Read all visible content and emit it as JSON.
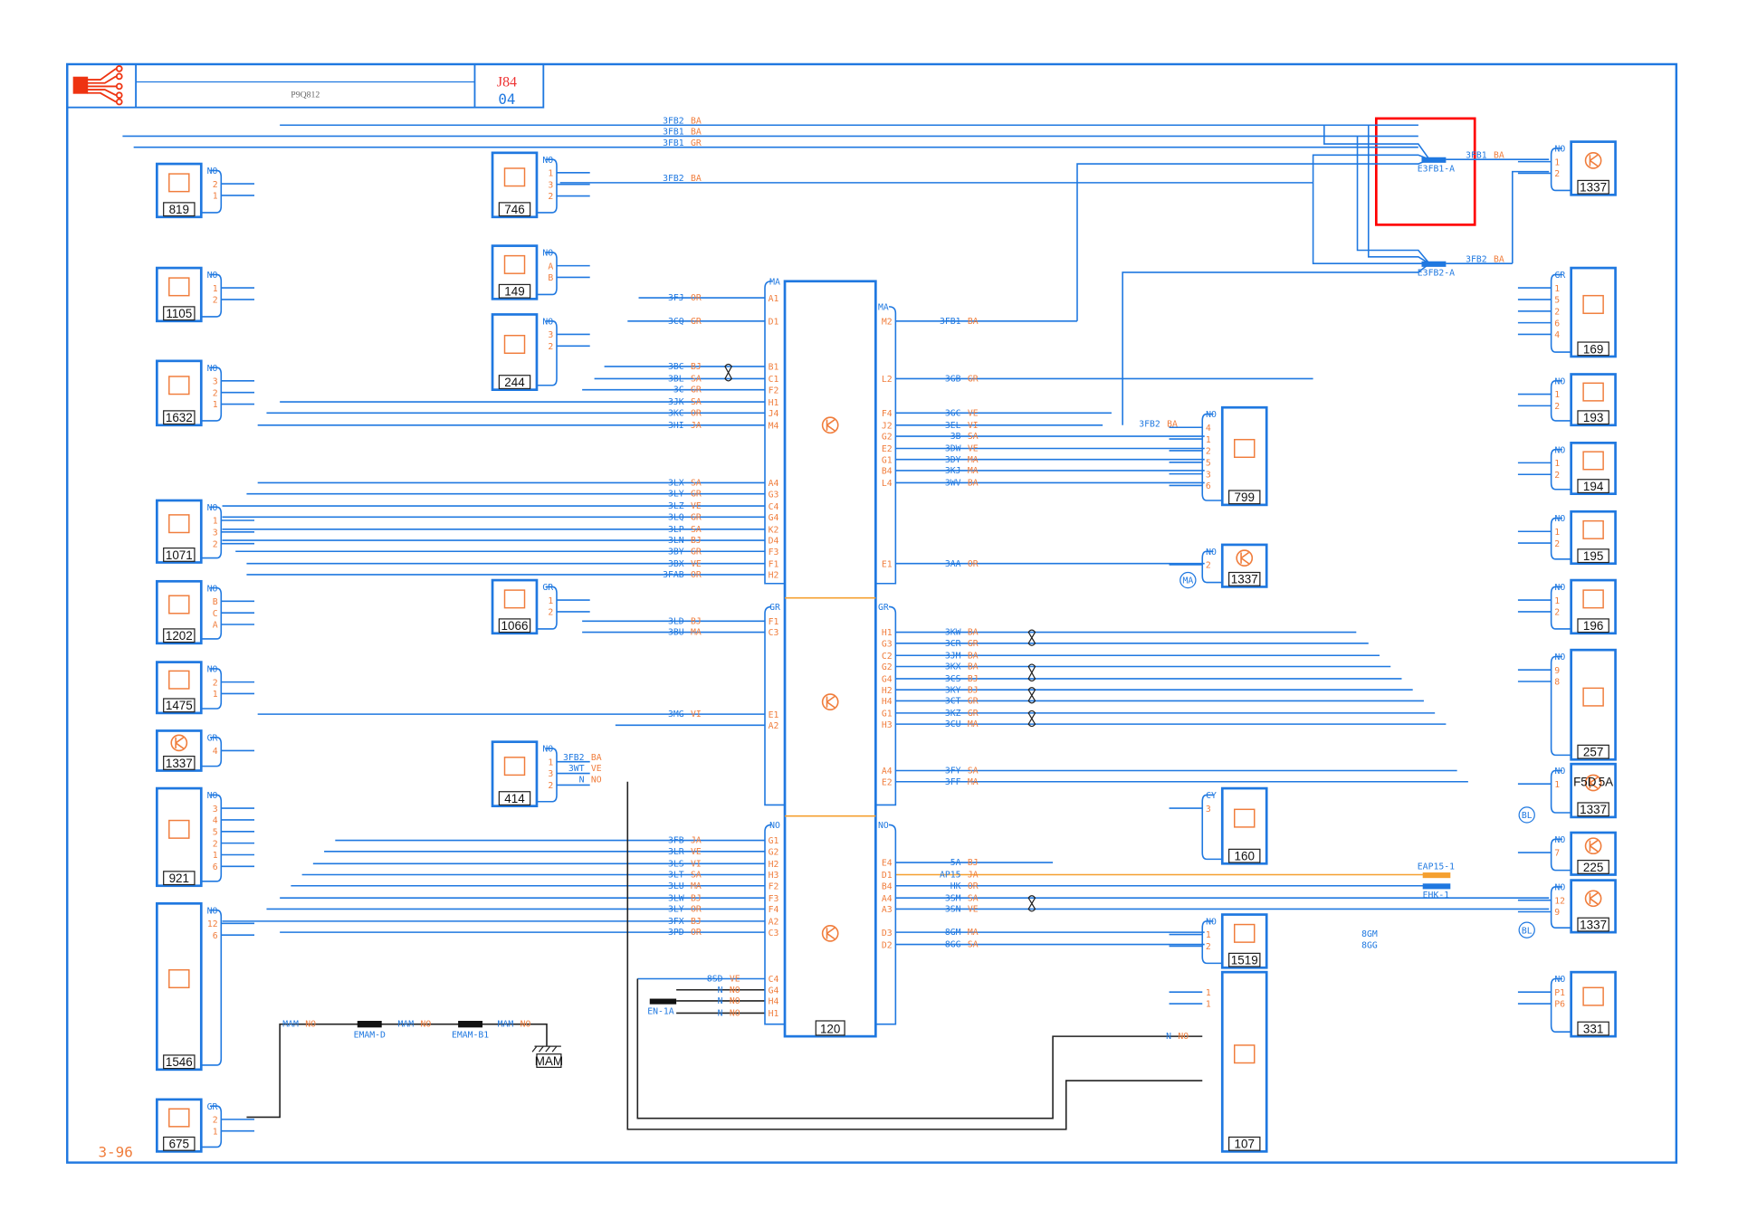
{
  "header": {
    "doc_code": "P9Q812",
    "title": "J84",
    "page": "04"
  },
  "footer": {
    "page_ref": "3-96"
  },
  "colors": {
    "wire": "#1f78e0",
    "label": "#f07d3c",
    "highlight": "#ff0000",
    "ground_wire": "#222222",
    "ap15_wire": "#f5a030"
  },
  "top_bus": [
    {
      "wire": "3FB2",
      "color": "BA"
    },
    {
      "wire": "3FB1",
      "color": "BA"
    },
    {
      "wire": "3FB1",
      "color": "GR"
    },
    {
      "wire": "3FB2",
      "color": "BA"
    }
  ],
  "ecu": {
    "id": "120",
    "icon": "computer-icon",
    "blocks": [
      {
        "side": "left",
        "conn": "MA",
        "pins": [
          {
            "pin": "A1",
            "wire": "3FJ",
            "color": "OR"
          },
          {
            "pin": "D1",
            "wire": "3CQ",
            "color": "GR"
          },
          {
            "pin": "B1",
            "wire": "3BC",
            "color": "BJ"
          },
          {
            "pin": "C1",
            "wire": "3BL",
            "color": "SA"
          },
          {
            "pin": "F2",
            "wire": "3C",
            "color": "GR"
          },
          {
            "pin": "H1",
            "wire": "3JK",
            "color": "SA"
          },
          {
            "pin": "J4",
            "wire": "3KC",
            "color": "OR"
          },
          {
            "pin": "M4",
            "wire": "3HI",
            "color": "JA"
          },
          {
            "pin": "A4",
            "wire": "3LX",
            "color": "SA"
          },
          {
            "pin": "G3",
            "wire": "3LY",
            "color": "GR"
          },
          {
            "pin": "C4",
            "wire": "3LZ",
            "color": "VE"
          },
          {
            "pin": "G4",
            "wire": "3LQ",
            "color": "GR"
          },
          {
            "pin": "K2",
            "wire": "3LP",
            "color": "SA"
          },
          {
            "pin": "D4",
            "wire": "3LN",
            "color": "BJ"
          },
          {
            "pin": "F3",
            "wire": "3BY",
            "color": "GR"
          },
          {
            "pin": "F1",
            "wire": "3BX",
            "color": "VE"
          },
          {
            "pin": "H2",
            "wire": "3FAB",
            "color": "OR"
          }
        ]
      },
      {
        "side": "left",
        "conn": "GR",
        "pins": [
          {
            "pin": "F1",
            "wire": "3LD",
            "color": "BJ"
          },
          {
            "pin": "C3",
            "wire": "3BU",
            "color": "MA"
          },
          {
            "pin": "E1",
            "wire": "3MG",
            "color": "VI"
          },
          {
            "pin": "A2",
            "wire": "",
            "color": ""
          }
        ]
      },
      {
        "side": "left",
        "conn": "NO",
        "pins": [
          {
            "pin": "G1",
            "wire": "3FB",
            "color": "JA"
          },
          {
            "pin": "G2",
            "wire": "3LR",
            "color": "VE"
          },
          {
            "pin": "H2",
            "wire": "3LS",
            "color": "VI"
          },
          {
            "pin": "H3",
            "wire": "3LT",
            "color": "SA"
          },
          {
            "pin": "F2",
            "wire": "3LU",
            "color": "MA"
          },
          {
            "pin": "F3",
            "wire": "3LW",
            "color": "BJ"
          },
          {
            "pin": "F4",
            "wire": "3LY",
            "color": "OR"
          },
          {
            "pin": "A2",
            "wire": "3FX",
            "color": "BJ"
          },
          {
            "pin": "C3",
            "wire": "3PD",
            "color": "OR"
          },
          {
            "pin": "C4",
            "wire": "8SD",
            "color": "VE"
          },
          {
            "pin": "G4",
            "wire": "N",
            "color": "NO"
          },
          {
            "pin": "H4",
            "wire": "N",
            "color": "NO"
          },
          {
            "pin": "H1",
            "wire": "N",
            "color": "NO"
          }
        ]
      },
      {
        "side": "right",
        "conn": "MA",
        "pins": [
          {
            "pin": "M2",
            "wire": "3FB1",
            "color": "BA"
          },
          {
            "pin": "L2",
            "wire": "3GB",
            "color": "GR"
          },
          {
            "pin": "F4",
            "wire": "3GC",
            "color": "VE"
          },
          {
            "pin": "J2",
            "wire": "3EL",
            "color": "VI"
          },
          {
            "pin": "G2",
            "wire": "3B",
            "color": "SA"
          },
          {
            "pin": "E2",
            "wire": "3DW",
            "color": "VE"
          },
          {
            "pin": "G1",
            "wire": "3DY",
            "color": "MA"
          },
          {
            "pin": "B4",
            "wire": "3KJ",
            "color": "MA"
          },
          {
            "pin": "L4",
            "wire": "3WV",
            "color": "BA"
          },
          {
            "pin": "E1",
            "wire": "3AA",
            "color": "OR"
          }
        ]
      },
      {
        "side": "right",
        "conn": "GR",
        "pins": [
          {
            "pin": "H1",
            "wire": "3KW",
            "color": "BA"
          },
          {
            "pin": "G3",
            "wire": "3CR",
            "color": "GR"
          },
          {
            "pin": "C2",
            "wire": "3JM",
            "color": "BA"
          },
          {
            "pin": "G2",
            "wire": "3KX",
            "color": "BA"
          },
          {
            "pin": "G4",
            "wire": "3CS",
            "color": "BJ"
          },
          {
            "pin": "H2",
            "wire": "3KY",
            "color": "BJ"
          },
          {
            "pin": "H4",
            "wire": "3CT",
            "color": "GR"
          },
          {
            "pin": "G1",
            "wire": "3KZ",
            "color": "GR"
          },
          {
            "pin": "H3",
            "wire": "3CU",
            "color": "MA"
          },
          {
            "pin": "A4",
            "wire": "3FY",
            "color": "SA"
          },
          {
            "pin": "E2",
            "wire": "3FF",
            "color": "MA"
          }
        ]
      },
      {
        "side": "right",
        "conn": "NO",
        "pins": [
          {
            "pin": "E4",
            "wire": "5A",
            "color": "BJ"
          },
          {
            "pin": "D1",
            "wire": "AP15",
            "color": "JA"
          },
          {
            "pin": "B4",
            "wire": "HK",
            "color": "OR"
          },
          {
            "pin": "A4",
            "wire": "3SM",
            "color": "SA"
          },
          {
            "pin": "A3",
            "wire": "3SN",
            "color": "VE"
          },
          {
            "pin": "D3",
            "wire": "8GM",
            "color": "MA"
          },
          {
            "pin": "D2",
            "wire": "8GG",
            "color": "SA"
          }
        ]
      }
    ]
  },
  "components": [
    {
      "id": "819",
      "conn": "NO",
      "pins": [
        "2",
        "1"
      ]
    },
    {
      "id": "1105",
      "conn": "NO",
      "pins": [
        "1",
        "2"
      ]
    },
    {
      "id": "1632",
      "conn": "NO",
      "pins": [
        "3",
        "2",
        "1"
      ]
    },
    {
      "id": "1071",
      "conn": "NO",
      "pins": [
        "1",
        "3",
        "2"
      ]
    },
    {
      "id": "1202",
      "conn": "NO",
      "pins": [
        "B",
        "C",
        "A"
      ]
    },
    {
      "id": "1475",
      "conn": "NO",
      "pins": [
        "2",
        "1"
      ]
    },
    {
      "id": "1337",
      "conn": "GR",
      "pins": [
        "4"
      ]
    },
    {
      "id": "921",
      "conn": "NO",
      "pins": [
        "3",
        "4",
        "5",
        "2",
        "1",
        "6"
      ]
    },
    {
      "id": "1546",
      "conn": "NO",
      "pins": [
        "12",
        "6"
      ]
    },
    {
      "id": "675",
      "conn": "GR",
      "pins": [
        "2",
        "1"
      ]
    },
    {
      "id": "746",
      "conn": "NO",
      "pins": [
        "1",
        "3",
        "2"
      ]
    },
    {
      "id": "149",
      "conn": "NO",
      "pins": [
        "A",
        "B"
      ]
    },
    {
      "id": "244",
      "conn": "NO",
      "pins": [
        "3",
        "2"
      ]
    },
    {
      "id": "1066",
      "conn": "GR",
      "pins": [
        "1",
        "2"
      ]
    },
    {
      "id": "414",
      "conn": "NO",
      "pins": [
        "1",
        "3",
        "2"
      ]
    },
    {
      "id": "1337",
      "conn": "NO",
      "pins": [
        "1",
        "2"
      ]
    },
    {
      "id": "169",
      "conn": "GR",
      "pins": [
        "1",
        "5",
        "2",
        "6",
        "4"
      ]
    },
    {
      "id": "193",
      "conn": "NO",
      "pins": [
        "1",
        "2"
      ]
    },
    {
      "id": "194",
      "conn": "NO",
      "pins": [
        "1",
        "2"
      ]
    },
    {
      "id": "195",
      "conn": "NO",
      "pins": [
        "1",
        "2"
      ]
    },
    {
      "id": "196",
      "conn": "NO",
      "pins": [
        "1",
        "2"
      ]
    },
    {
      "id": "257",
      "conn": "NO",
      "pins": [
        "9",
        "8"
      ]
    },
    {
      "id": "1337",
      "conn": "NO",
      "pins": [
        "1"
      ],
      "fuse": "F5D",
      "rating": "5A"
    },
    {
      "id": "225",
      "conn": "NO",
      "pins": [
        "7"
      ]
    },
    {
      "id": "1337",
      "conn": "NO",
      "pins": [
        "12",
        "9"
      ]
    },
    {
      "id": "331",
      "conn": "NO",
      "pins": [
        "P1",
        "P6"
      ]
    },
    {
      "id": "799",
      "conn": "NO",
      "pins": [
        "4",
        "1",
        "2",
        "5",
        "3",
        "6"
      ]
    },
    {
      "id": "1337",
      "conn": "NO",
      "pins": [
        "2"
      ]
    },
    {
      "id": "160",
      "conn": "CY",
      "pins": [
        "3"
      ]
    },
    {
      "id": "1519",
      "conn": "NO",
      "pins": [
        "1",
        "2"
      ]
    },
    {
      "id": "107",
      "conn": "",
      "pins": [
        "1",
        "1"
      ]
    }
  ],
  "wire_labels": {
    "w414": [
      {
        "wire": "3FB2",
        "color": "BA"
      },
      {
        "wire": "3WT",
        "color": "VE"
      },
      {
        "wire": "N",
        "color": "NO"
      }
    ],
    "w799": {
      "wire": "3FB2",
      "color": "BA"
    },
    "w1337_top": {
      "wire": "3FB1",
      "color": "BA"
    },
    "w169": {
      "wire": "3FB2",
      "color": "BA"
    },
    "w107": {
      "wire": "N",
      "color": "NO"
    },
    "w1519": [
      {
        "wire": "8GM"
      },
      {
        "wire": "8GG"
      }
    ]
  },
  "splices": [
    {
      "id": "E3FB1-A",
      "type": "blue"
    },
    {
      "id": "E3FB2-A",
      "type": "blue"
    },
    {
      "id": "EAP15-1",
      "type": "orange"
    },
    {
      "id": "EHK-1",
      "type": "blue"
    },
    {
      "id": "EN-1A",
      "type": "black"
    }
  ],
  "ground_chain": {
    "segments": [
      {
        "wire": "MAM",
        "color": "NO"
      },
      {
        "wire": "MAM",
        "color": "NO"
      },
      {
        "wire": "MAM",
        "color": "NO"
      }
    ],
    "splices": [
      "EMAM-D",
      "EMAM-B1"
    ],
    "ground_label": "MAM"
  },
  "bubbles": [
    "MA",
    "BL",
    "BL"
  ]
}
